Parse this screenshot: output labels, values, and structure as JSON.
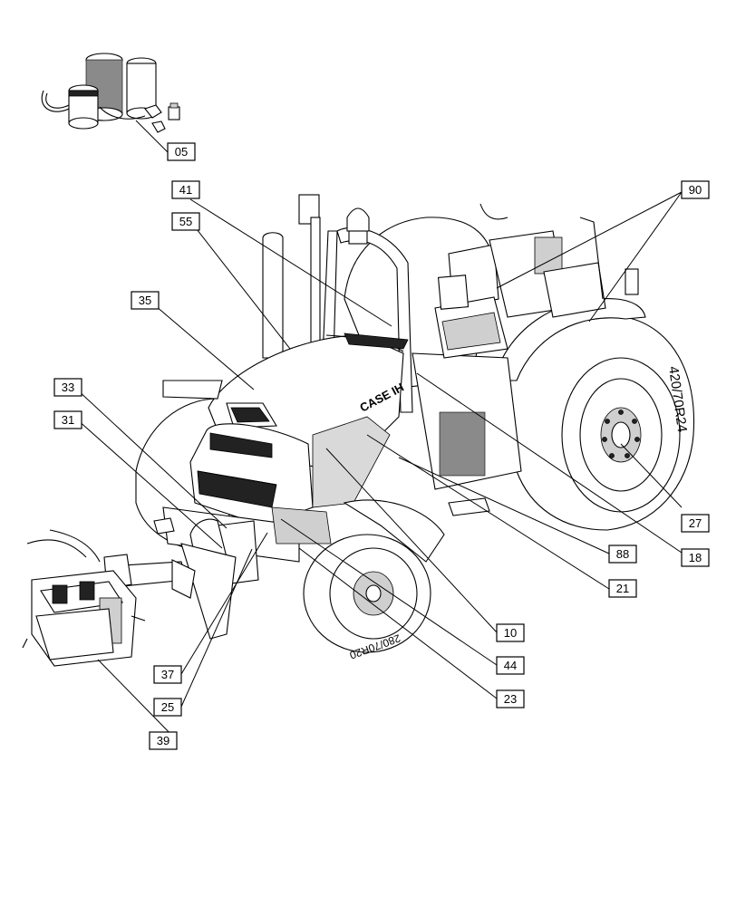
{
  "callouts": [
    {
      "id": "05"
    },
    {
      "id": "41"
    },
    {
      "id": "55"
    },
    {
      "id": "35"
    },
    {
      "id": "33"
    },
    {
      "id": "31"
    },
    {
      "id": "90"
    },
    {
      "id": "27"
    },
    {
      "id": "18"
    },
    {
      "id": "88"
    },
    {
      "id": "21"
    },
    {
      "id": "10"
    },
    {
      "id": "44"
    },
    {
      "id": "23"
    },
    {
      "id": "37"
    },
    {
      "id": "25"
    },
    {
      "id": "39"
    }
  ],
  "brand_text": "CASE IH",
  "rear_tire_text": "420/70R24",
  "front_tire_text": "280/70R20"
}
